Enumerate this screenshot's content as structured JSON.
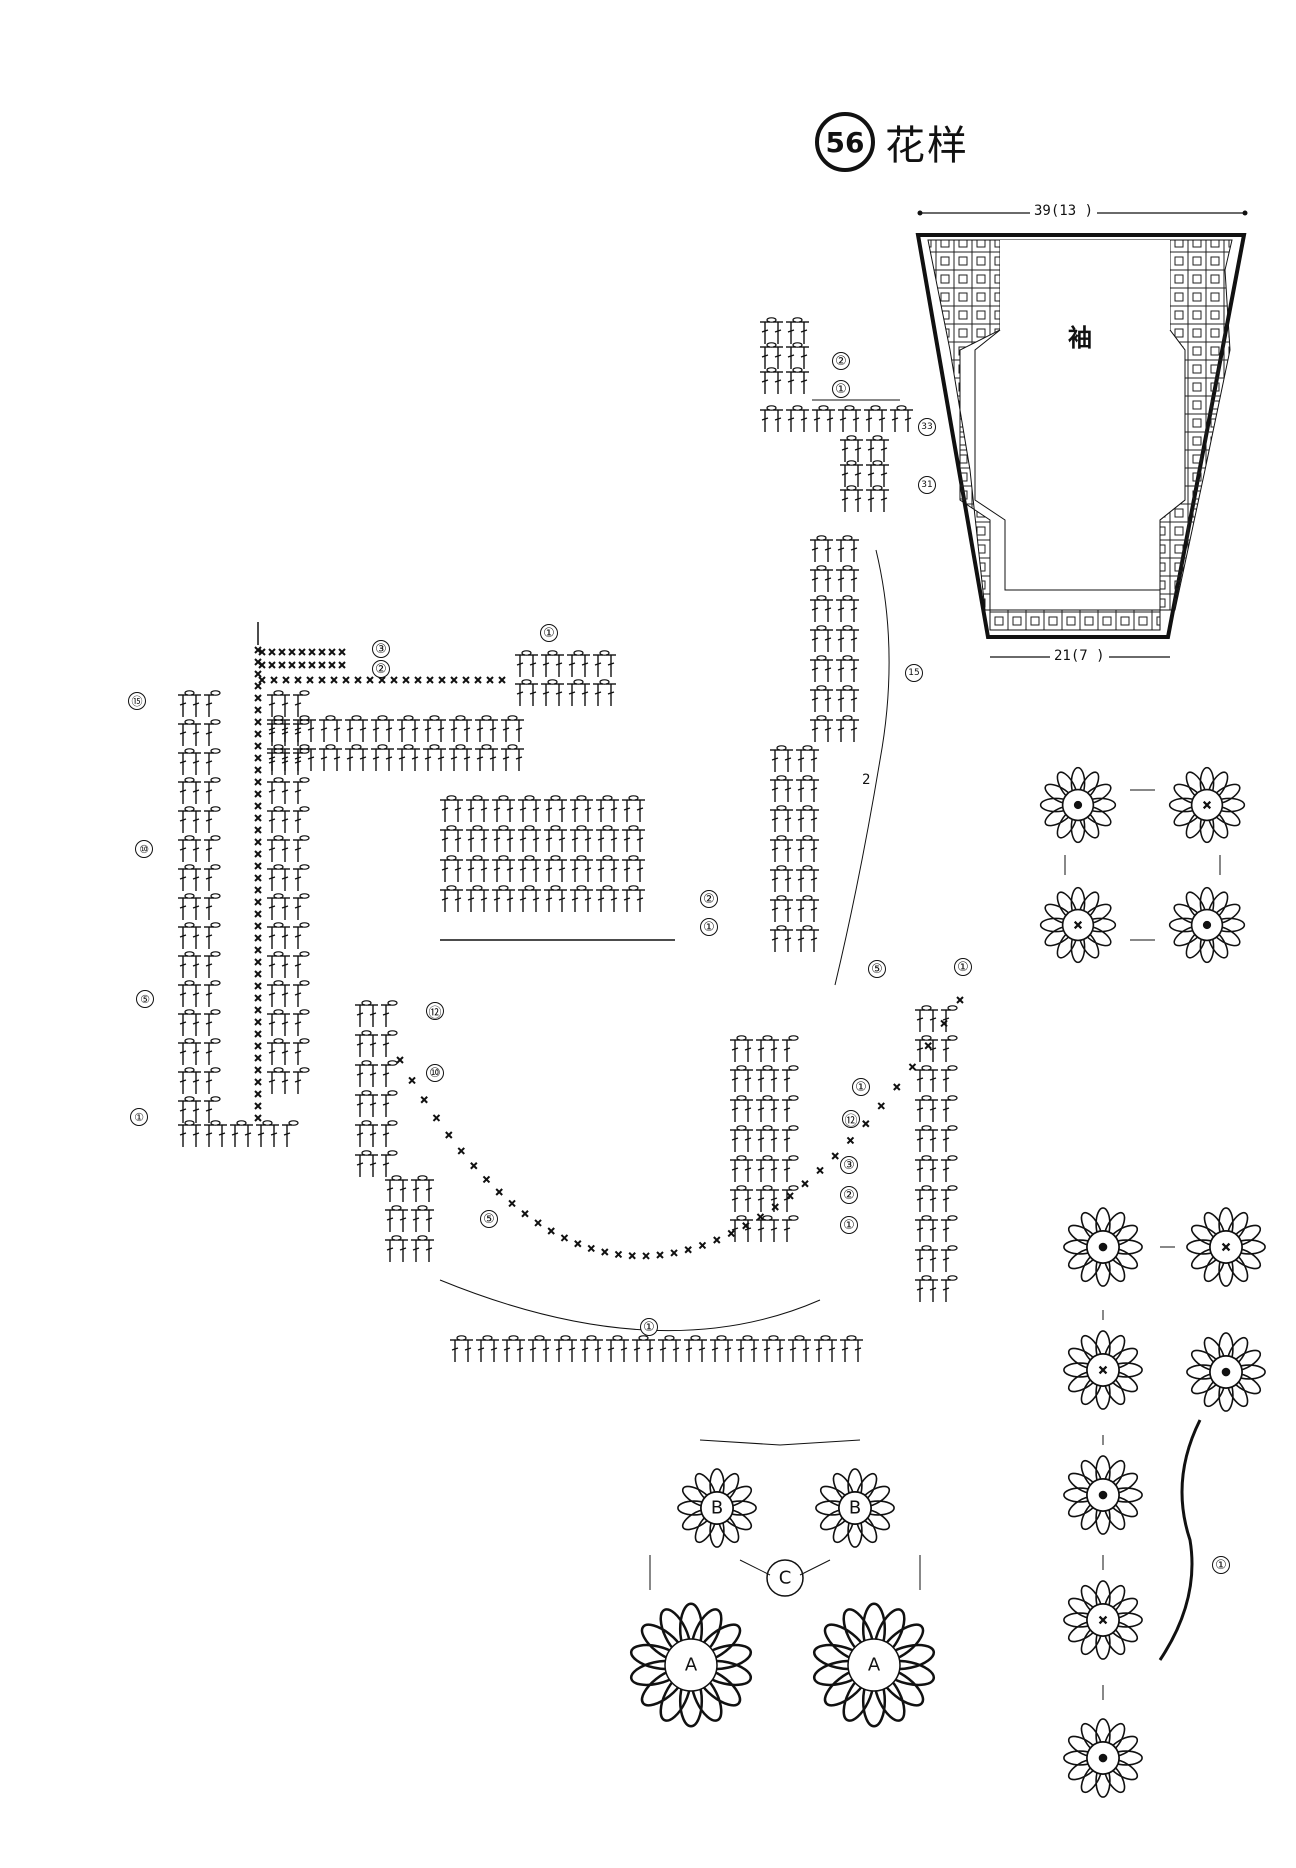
{
  "header": {
    "number": "56",
    "title": "花样"
  },
  "sleeve": {
    "top_width_label": "39(13 )",
    "bottom_width_label": "21(7 )",
    "name": "袖"
  },
  "row_markers": {
    "left_panel": [
      "⑮",
      "⑩",
      "⑤",
      "①"
    ],
    "top_corner": [
      "③",
      "②",
      "①"
    ],
    "middle_block": [
      "②",
      "①"
    ],
    "top_right_strip": [
      "②",
      "①",
      "33",
      "31"
    ],
    "right_panel": [
      "15",
      "2",
      "⑤",
      "①",
      "⑫",
      "③",
      "②",
      "①"
    ],
    "curve_panel": [
      "⑫",
      "⑩",
      "⑤",
      "①",
      "①"
    ],
    "flower_strip": [
      "①"
    ]
  },
  "motifs": {
    "large": "A",
    "medium": "B",
    "small": "C"
  },
  "icons": [
    "flower-motif-icon",
    "crochet-stitch-icon",
    "arrow-icon"
  ]
}
